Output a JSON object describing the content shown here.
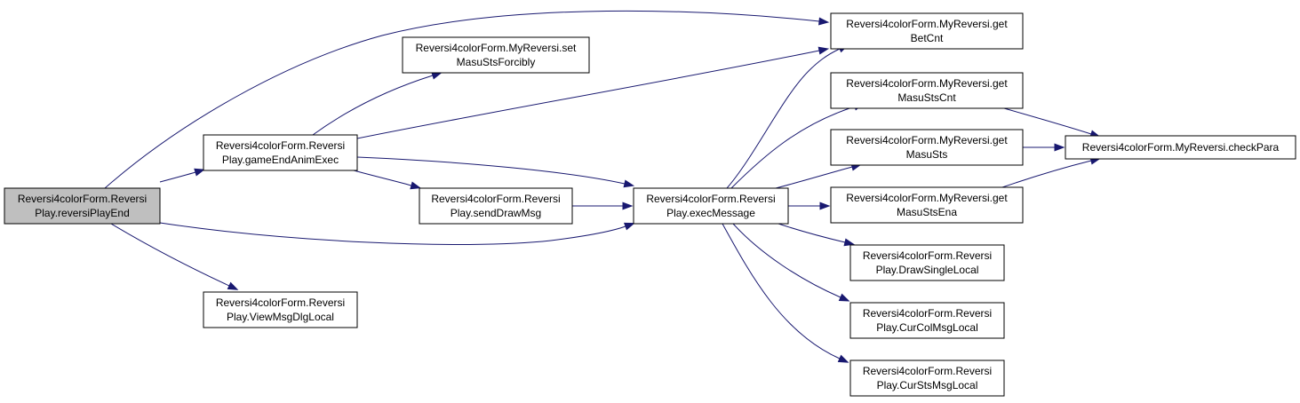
{
  "colors": {
    "edge": "#191970",
    "node_fill": "#ffffff",
    "root_fill": "#bfbfbf",
    "node_border": "#000000"
  },
  "nodes": [
    {
      "id": "reversiPlayEnd",
      "lines": [
        "Reversi4colorForm.Reversi",
        "Play.reversiPlayEnd"
      ],
      "root": true
    },
    {
      "id": "gameEndAnimExec",
      "lines": [
        "Reversi4colorForm.Reversi",
        "Play.gameEndAnimExec"
      ]
    },
    {
      "id": "viewMsgDlgLocal",
      "lines": [
        "Reversi4colorForm.Reversi",
        "Play.ViewMsgDlgLocal"
      ]
    },
    {
      "id": "setMasuStsForcibly",
      "lines": [
        "Reversi4colorForm.MyReversi.set",
        "MasuStsForcibly"
      ]
    },
    {
      "id": "sendDrawMsg",
      "lines": [
        "Reversi4colorForm.Reversi",
        "Play.sendDrawMsg"
      ]
    },
    {
      "id": "execMessage",
      "lines": [
        "Reversi4colorForm.Reversi",
        "Play.execMessage"
      ]
    },
    {
      "id": "getBetCnt",
      "lines": [
        "Reversi4colorForm.MyReversi.get",
        "BetCnt"
      ]
    },
    {
      "id": "getMasuStsCnt",
      "lines": [
        "Reversi4colorForm.MyReversi.get",
        "MasuStsCnt"
      ]
    },
    {
      "id": "getMasuSts",
      "lines": [
        "Reversi4colorForm.MyReversi.get",
        "MasuSts"
      ]
    },
    {
      "id": "getMasuStsEna",
      "lines": [
        "Reversi4colorForm.MyReversi.get",
        "MasuStsEna"
      ]
    },
    {
      "id": "drawSingleLocal",
      "lines": [
        "Reversi4colorForm.Reversi",
        "Play.DrawSingleLocal"
      ]
    },
    {
      "id": "curColMsgLocal",
      "lines": [
        "Reversi4colorForm.Reversi",
        "Play.CurColMsgLocal"
      ]
    },
    {
      "id": "curStsMsgLocal",
      "lines": [
        "Reversi4colorForm.Reversi",
        "Play.CurStsMsgLocal"
      ]
    },
    {
      "id": "checkPara",
      "lines": [
        "Reversi4colorForm.MyReversi.checkPara"
      ]
    }
  ],
  "edges": [
    {
      "from": "reversiPlayEnd",
      "to": "getBetCnt"
    },
    {
      "from": "reversiPlayEnd",
      "to": "gameEndAnimExec"
    },
    {
      "from": "reversiPlayEnd",
      "to": "execMessage"
    },
    {
      "from": "reversiPlayEnd",
      "to": "viewMsgDlgLocal"
    },
    {
      "from": "gameEndAnimExec",
      "to": "setMasuStsForcibly"
    },
    {
      "from": "gameEndAnimExec",
      "to": "getBetCnt"
    },
    {
      "from": "gameEndAnimExec",
      "to": "execMessage"
    },
    {
      "from": "gameEndAnimExec",
      "to": "sendDrawMsg"
    },
    {
      "from": "sendDrawMsg",
      "to": "execMessage"
    },
    {
      "from": "execMessage",
      "to": "getBetCnt"
    },
    {
      "from": "execMessage",
      "to": "getMasuStsCnt"
    },
    {
      "from": "execMessage",
      "to": "getMasuSts"
    },
    {
      "from": "execMessage",
      "to": "getMasuStsEna"
    },
    {
      "from": "execMessage",
      "to": "drawSingleLocal"
    },
    {
      "from": "execMessage",
      "to": "curColMsgLocal"
    },
    {
      "from": "execMessage",
      "to": "curStsMsgLocal"
    },
    {
      "from": "getMasuStsCnt",
      "to": "checkPara"
    },
    {
      "from": "getMasuSts",
      "to": "checkPara"
    },
    {
      "from": "getMasuStsEna",
      "to": "checkPara"
    }
  ]
}
